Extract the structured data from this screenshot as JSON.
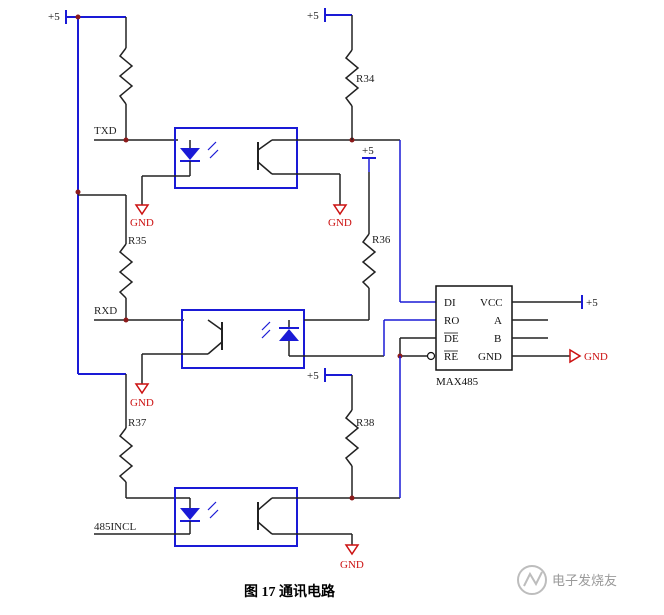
{
  "colors": {
    "wire_blue": "#1a1ad6",
    "wire_black": "#222222",
    "gnd_red": "#cc1111",
    "junction": "#8b1a1a"
  },
  "labels": {
    "vcc_a": "+5",
    "vcc_b": "+5",
    "vcc_c": "+5",
    "vcc_d": "+5",
    "vcc_e": "+5",
    "r34": "R34",
    "r35": "R35",
    "r36": "R36",
    "r37": "R37",
    "r38": "R38",
    "txd": "TXD",
    "rxd": "RXD",
    "incl": "485INCL",
    "gnd1": "GND",
    "gnd2": "GND",
    "gnd3": "GND",
    "gnd4": "GND",
    "gnd5": "GND"
  },
  "ic": {
    "name": "MAX485",
    "pins_left": [
      "DI",
      "RO",
      "DE",
      "RE"
    ],
    "pins_right": [
      "VCC",
      "A",
      "B",
      "GND"
    ]
  },
  "caption": "图 17  通讯电路",
  "watermark": "电子发烧友",
  "icons": [
    "ground-symbol",
    "resistor",
    "optocoupler",
    "led",
    "phototransistor",
    "watermark-logo"
  ]
}
